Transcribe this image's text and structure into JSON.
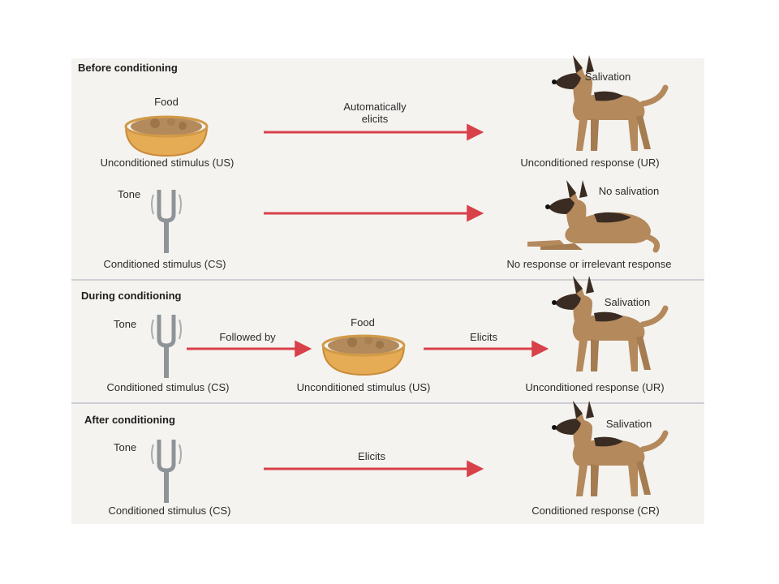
{
  "colors": {
    "arrow": "#d9414a",
    "bowl": "#e6ab55",
    "bowl_shadow": "#c98a37",
    "food": "#b38a5c",
    "fork": "#8f9498",
    "dog_body": "#b4895c",
    "dog_dark": "#3a2c22",
    "divider": "#cfcfd6"
  },
  "sections": {
    "before": {
      "title": "Before conditioning",
      "row1": {
        "stimulus_label": "Food",
        "stimulus_caption": "Unconditioned stimulus (US)",
        "arrow_label_line1": "Automatically",
        "arrow_label_line2": "elicits",
        "response_label": "Salivation",
        "response_caption": "Unconditioned response (UR)"
      },
      "row2": {
        "stimulus_label": "Tone",
        "stimulus_caption": "Conditioned stimulus (CS)",
        "response_label": "No salivation",
        "response_caption": "No response or irrelevant response"
      }
    },
    "during": {
      "title": "During conditioning",
      "stimulus_label": "Tone",
      "stimulus_caption": "Conditioned stimulus (CS)",
      "arrow1_label": "Followed by",
      "food_label": "Food",
      "food_caption": "Unconditioned stimulus (US)",
      "arrow2_label": "Elicits",
      "response_label": "Salivation",
      "response_caption": "Unconditioned response (UR)"
    },
    "after": {
      "title": "After conditioning",
      "stimulus_label": "Tone",
      "stimulus_caption": "Conditioned stimulus (CS)",
      "arrow_label": "Elicits",
      "response_label": "Salivation",
      "response_caption": "Conditioned response (CR)"
    }
  }
}
